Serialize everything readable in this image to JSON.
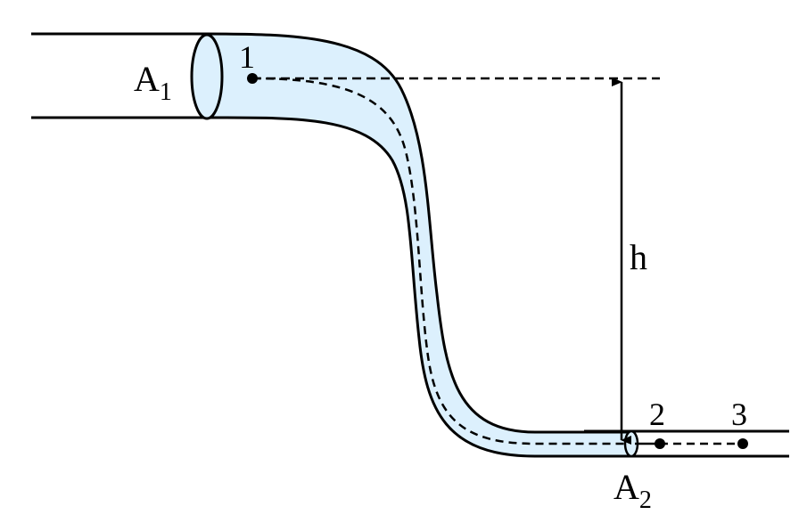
{
  "labels": {
    "area_inlet": "A",
    "area_inlet_sub": "1",
    "area_outlet": "A",
    "area_outlet_sub": "2",
    "point_1": "1",
    "point_2": "2",
    "point_3": "3",
    "height": "h"
  },
  "colors": {
    "fluid": "#dcf0fd",
    "stroke": "#000000"
  }
}
